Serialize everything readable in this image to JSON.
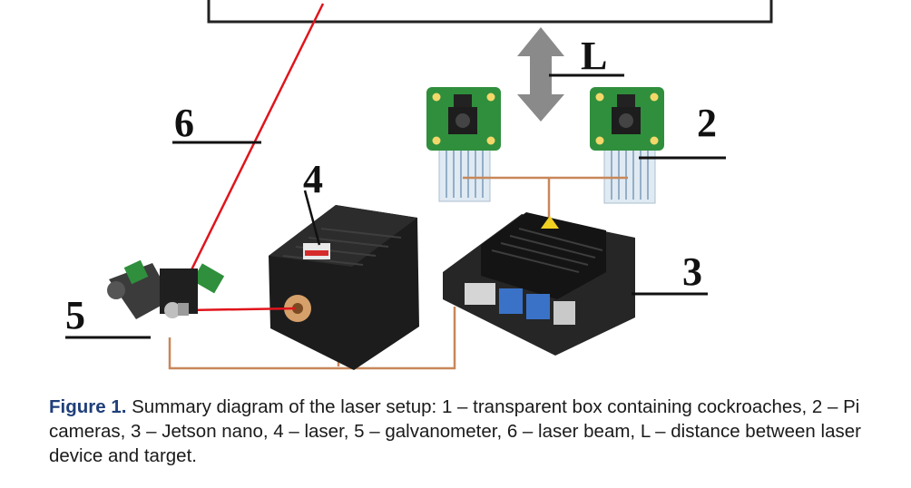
{
  "figure": {
    "labels": {
      "box": "",
      "cameras": "2",
      "jetson": "3",
      "laser": "4",
      "galvanometer": "5",
      "beam": "6",
      "distance": "L"
    }
  },
  "caption": {
    "label": "Figure 1.",
    "text": " Summary diagram of the laser setup: 1 – transparent box containing cockroaches, 2 – Pi cameras, 3 – Jetson nano, 4 – laser, 5 – galvanometer, 6 – laser beam, L – distance between laser device and target."
  }
}
